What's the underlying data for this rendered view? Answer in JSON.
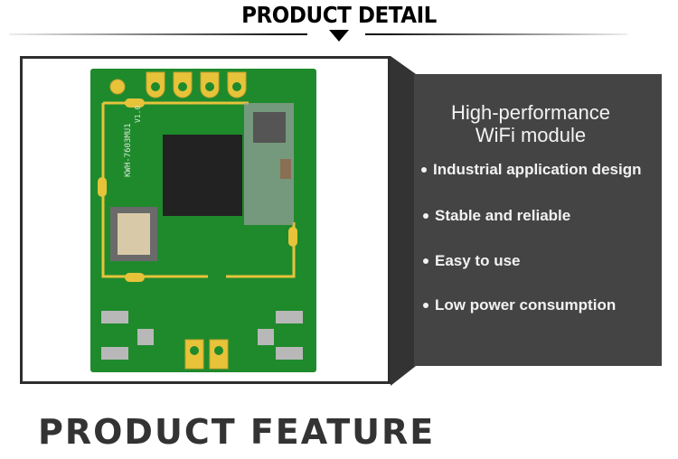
{
  "header": {
    "title": "PRODUCT DETAIL"
  },
  "product_image": {
    "alt": "Green PCB WiFi module",
    "silkscreen_model": "KWH-7603MU1",
    "silkscreen_version": "V1.0",
    "colors": {
      "pcb": "#1f8a2c",
      "pad": "#e7c33a",
      "chip": "#222222"
    }
  },
  "feature_panel": {
    "title_line1": "High-performance",
    "title_line2": "WiFi module",
    "items": [
      {
        "label": "Industrial application design"
      },
      {
        "label": "Stable and reliable"
      },
      {
        "label": "Easy to use"
      },
      {
        "label": "Low power consumption"
      }
    ],
    "colors": {
      "panel": "#444444",
      "side": "#333333",
      "text": "#f2f2f2"
    }
  },
  "footer": {
    "title": "PRODUCT FEATURE"
  }
}
